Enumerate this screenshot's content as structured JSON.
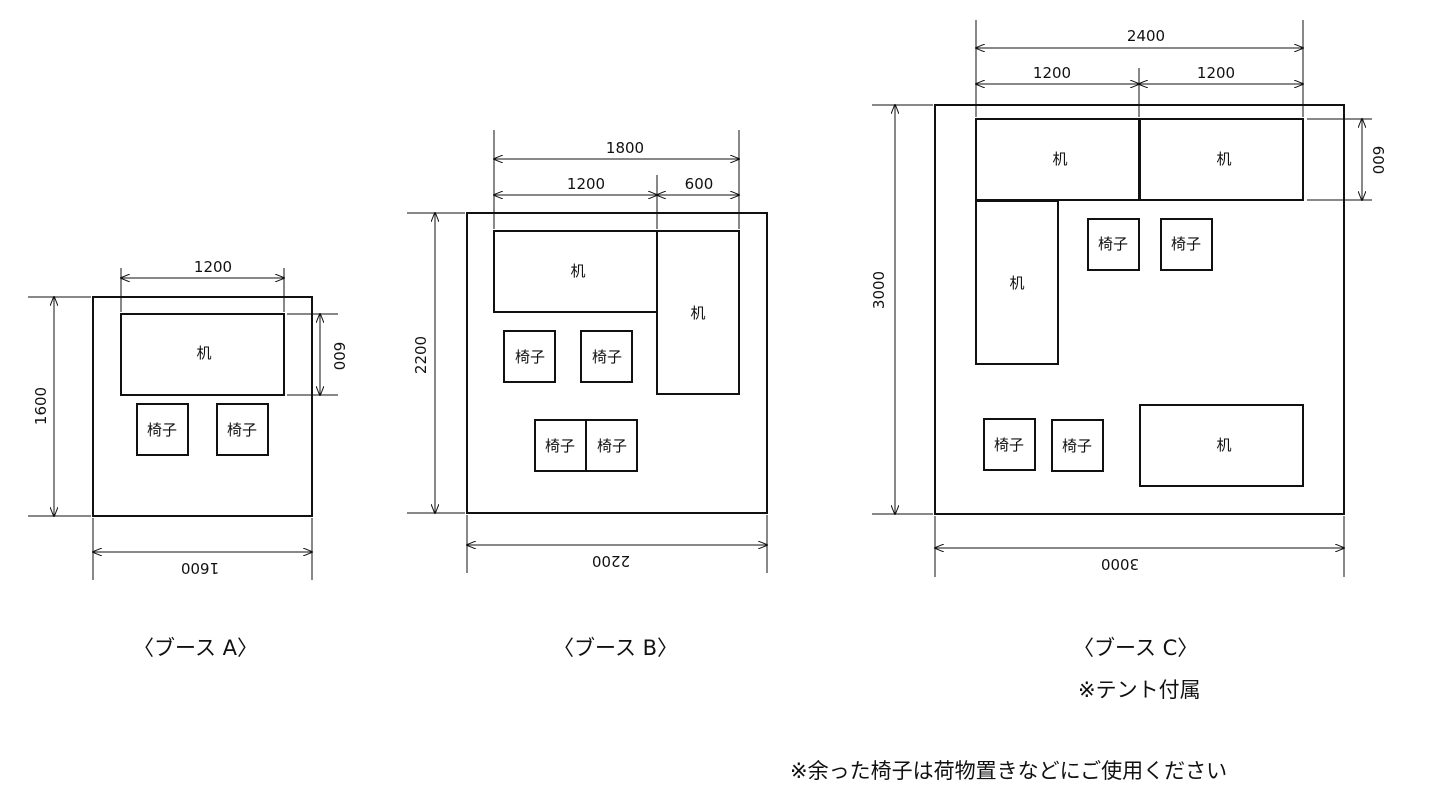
{
  "booth_a": {
    "caption": "〈ブース A〉",
    "dims": {
      "width_bottom": "1600",
      "height_left": "1600",
      "desk_width": "1200",
      "desk_depth": "600"
    },
    "items": {
      "desk": "机",
      "chair_1": "椅子",
      "chair_2": "椅子"
    }
  },
  "booth_b": {
    "caption": "〈ブース B〉",
    "dims": {
      "width_bottom": "2200",
      "height_left": "2200",
      "total_top": "1800",
      "desk_width": "1200",
      "desk2_width": "600"
    },
    "items": {
      "desk_1": "机",
      "desk_2": "机",
      "chair_1": "椅子",
      "chair_2": "椅子",
      "chair_3": "椅子",
      "chair_4": "椅子"
    }
  },
  "booth_c": {
    "caption": "〈ブース C〉",
    "note": "※テント付属",
    "dims": {
      "width_bottom": "3000",
      "height_left": "3000",
      "total_top": "2400",
      "desk_width_1": "1200",
      "desk_width_2": "1200",
      "desk_depth": "600"
    },
    "items": {
      "desk_1": "机",
      "desk_2": "机",
      "desk_3": "机",
      "desk_4": "机",
      "chair_1": "椅子",
      "chair_2": "椅子",
      "chair_3": "椅子",
      "chair_4": "椅子"
    }
  },
  "footer_note": "※余った椅子は荷物置きなどにご使用ください"
}
